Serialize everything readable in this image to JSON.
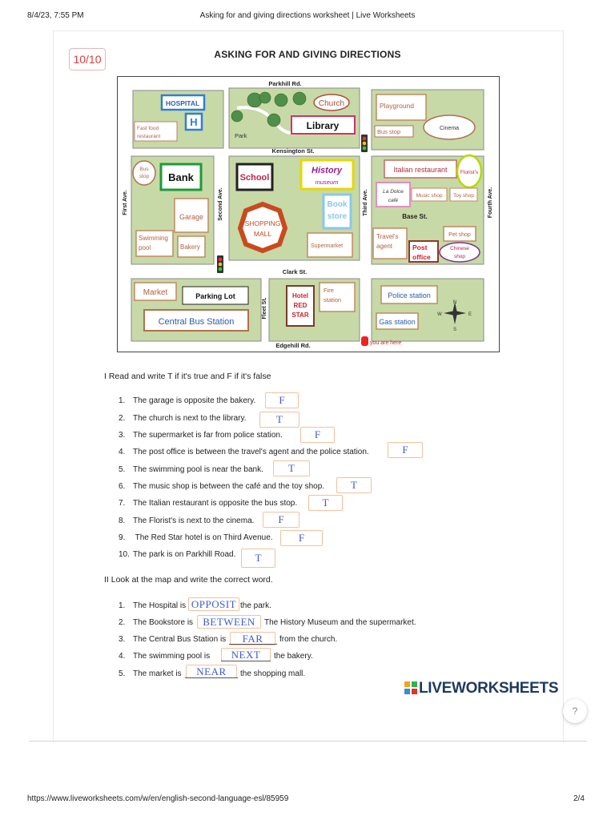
{
  "browser_header": {
    "datetime": "8/4/23, 7:55 PM",
    "page_title": "Asking for and giving directions worksheet | Live Worksheets"
  },
  "score": "10/10",
  "title": "ASKING FOR AND GIVING DIRECTIONS",
  "map": {
    "streets": {
      "parkhill": "Parkhill Rd.",
      "kensington": "Kensington St.",
      "clark": "Clark St.",
      "edgehill": "Edgehill Rd.",
      "first_ave": "First Ave.",
      "second_ave": "Second Ave.",
      "third_ave": "Third Ave.",
      "fourth_ave": "Fourth Ave.",
      "fleet": "Fleet St.",
      "base": "Base St."
    },
    "places": {
      "hospital": "HOSPITAL",
      "hospital_h": "H",
      "fast_food": "Fast food",
      "restaurant": "restaurant",
      "park": "Park",
      "church": "Church",
      "library": "Library",
      "playground": "Playground",
      "cinema": "Cinema",
      "bus_stop": "Bus stop",
      "bus": "Bus",
      "stop": "stop",
      "bank": "Bank",
      "garage": "Garage",
      "swimming": "Swimming",
      "pool": "pool",
      "bakery": "Bakery",
      "school": "School",
      "history": "History",
      "museum": "museum",
      "book": "Book",
      "store": "store",
      "shopping": "SHOPPING",
      "mall": "MALL",
      "supermarket": "Supermarket",
      "italian": "Italian restaurant",
      "florists": "Florist's",
      "la_dolce": "La Dolce",
      "cafe": "café",
      "music_shop": "Music shop",
      "toy_shop": "Toy shop",
      "travels": "Travel's",
      "agent": "agent",
      "pet_shop": "Pet shop",
      "post": "Post",
      "office": "office",
      "chinese": "Chinese",
      "shop": "shop",
      "market": "Market",
      "parking_lot": "Parking Lot",
      "central_bus": "Central Bus Station",
      "hotel": "Hotel",
      "red": "RED",
      "star": "STAR",
      "fire": "Fire",
      "station": "station",
      "police_station": "Police station",
      "gas_station": "Gas station",
      "you_are_here": "you are here"
    },
    "compass": {
      "n": "N",
      "s": "S",
      "e": "E",
      "w": "W"
    }
  },
  "section1": {
    "heading": "I Read and write T if it's true and F if it's false",
    "items": [
      {
        "num": "1.",
        "text": "The garage is opposite the bakery.",
        "answer": "F"
      },
      {
        "num": "2.",
        "text": "The church is next to the library.",
        "answer": "T"
      },
      {
        "num": "3.",
        "text": "The supermarket is far from police station.",
        "answer": "F"
      },
      {
        "num": "4.",
        "text": "The post office is between the travel's agent and the police station.",
        "answer": "F"
      },
      {
        "num": "5.",
        "text": "The swimming pool is near the bank.",
        "answer": "T"
      },
      {
        "num": "6.",
        "text": "The music shop is between the café and the toy shop.",
        "answer": "T"
      },
      {
        "num": "7.",
        "text": "The Italian restaurant is opposite the bus stop.",
        "answer": "T"
      },
      {
        "num": "8.",
        "text": "The Florist's is next to the cinema.",
        "answer": "F"
      },
      {
        "num": "9.",
        "text": " The Red Star hotel is on Third Avenue.",
        "answer": "F"
      },
      {
        "num": "10.",
        "text": "The park is on Parkhill Road.",
        "answer": "T"
      }
    ]
  },
  "section2": {
    "heading": "II Look at the map and write the correct word.",
    "items": [
      {
        "num": "1.",
        "before": "The Hospital is",
        "answer": "OPPOSIT",
        "after": "the park."
      },
      {
        "num": "2.",
        "before": "The Bookstore is",
        "answer": "BETWEEN",
        "after": "The History Museum and the supermarket."
      },
      {
        "num": "3.",
        "before": "The Central Bus Station is",
        "answer": "FAR",
        "after": "from the church."
      },
      {
        "num": "4.",
        "before": "The swimming pool is",
        "answer": "NEXT",
        "after": "the bakery."
      },
      {
        "num": "5.",
        "before": "The market is",
        "answer": "NEAR",
        "after": "the shopping mall."
      }
    ]
  },
  "logo_text": "LIVEWORKSHEETS",
  "help_icon": "?",
  "footer": {
    "url": "https://www.liveworksheets.com/w/en/english-second-language-esl/85959",
    "page": "2/4"
  }
}
